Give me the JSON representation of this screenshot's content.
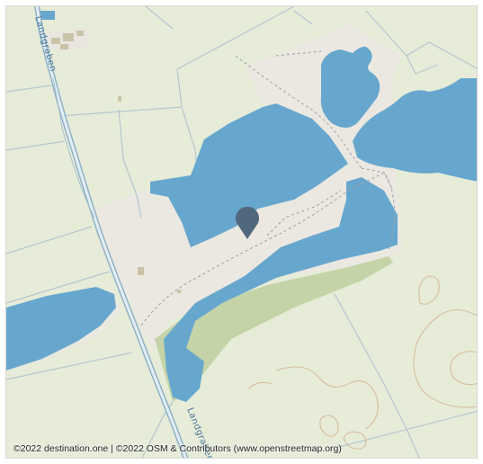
{
  "map": {
    "road_label_top": "Landgraben",
    "road_label_bottom": "Landgraben",
    "marker_icon": "location-pin-icon",
    "colors": {
      "land": "#e6ecd8",
      "water": "#67a7ce",
      "cleared_area": "#ebe8e1",
      "vegetation": "#c4d3a8",
      "road_casing": "#8fb2c8",
      "field_line": "#b6c6cf",
      "contour": "#d8bca0",
      "marker": "#51677d"
    }
  },
  "attribution": {
    "text": "©2022 destination.one | ©2022 OSM & Contributors (www.openstreetmap.org)"
  }
}
